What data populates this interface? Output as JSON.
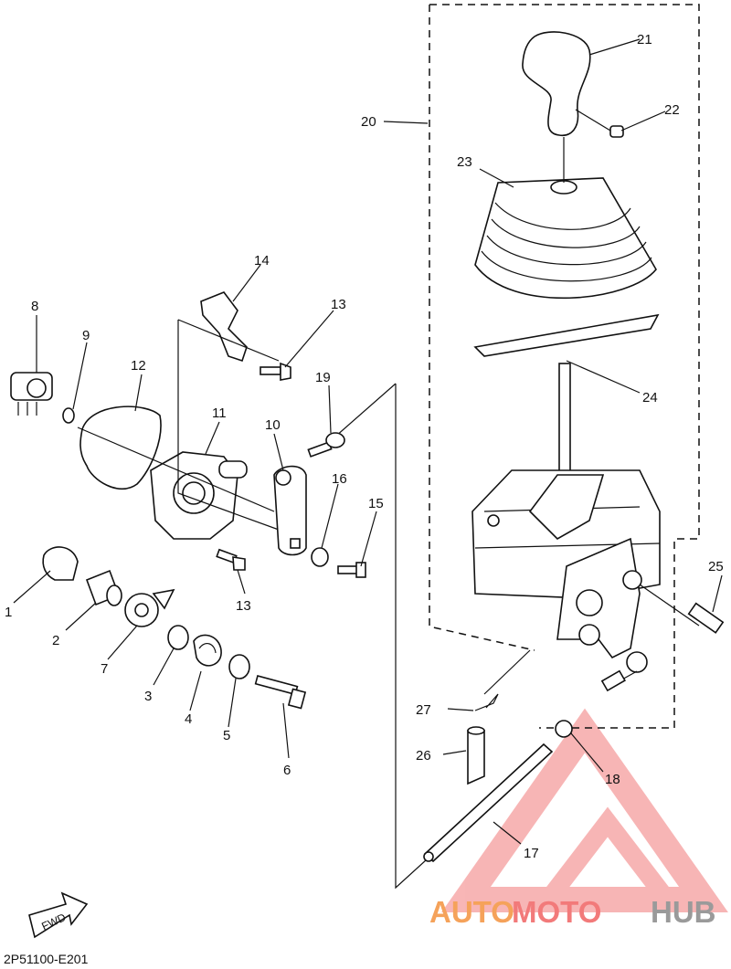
{
  "diagram_code": "2P51100-E201",
  "fwd_label": "FWD",
  "watermark": {
    "part1": "AUTO",
    "part2": "MOTO",
    "part3": "HUB",
    "color_orange": "#f5a25a",
    "color_red": "#f27a7a",
    "color_gray": "#9a9a9a"
  },
  "callouts": [
    "1",
    "2",
    "3",
    "4",
    "5",
    "6",
    "7",
    "8",
    "9",
    "10",
    "11",
    "12",
    "13",
    "13",
    "14",
    "15",
    "16",
    "17",
    "18",
    "19",
    "20",
    "21",
    "22",
    "23",
    "24",
    "25",
    "26",
    "27"
  ]
}
